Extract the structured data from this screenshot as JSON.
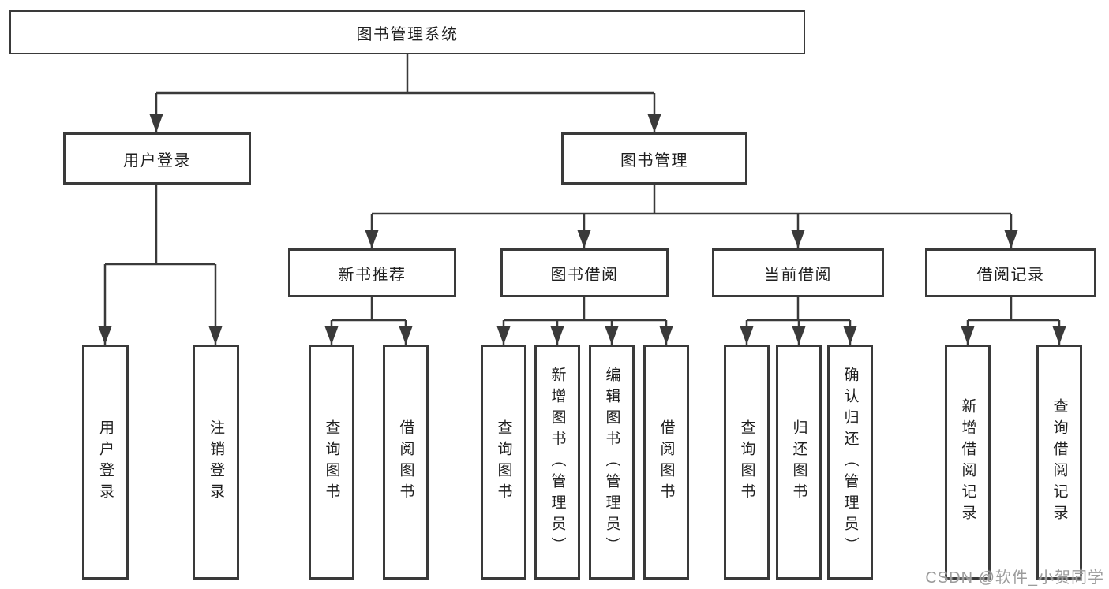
{
  "tree": {
    "label": "图书管理系统",
    "children": [
      {
        "label": "用户登录",
        "children": [
          {
            "label": "用户登录"
          },
          {
            "label": "注销登录"
          }
        ]
      },
      {
        "label": "图书管理",
        "children": [
          {
            "label": "新书推荐",
            "children": [
              {
                "label": "查询图书"
              },
              {
                "label": "借阅图书"
              }
            ]
          },
          {
            "label": "图书借阅",
            "children": [
              {
                "label": "查询图书"
              },
              {
                "label": "新增图书（管理员）"
              },
              {
                "label": "编辑图书（管理员）"
              },
              {
                "label": "借阅图书"
              }
            ]
          },
          {
            "label": "当前借阅",
            "children": [
              {
                "label": "查询图书"
              },
              {
                "label": "归还图书"
              },
              {
                "label": "确认归还（管理员）"
              }
            ]
          },
          {
            "label": "借阅记录",
            "children": [
              {
                "label": "新增借阅记录"
              },
              {
                "label": "查询借阅记录"
              }
            ]
          }
        ]
      }
    ]
  },
  "watermark": {
    "text": "CSDN @软件_小贺同学"
  },
  "colors": {
    "line": "#3a3a3a",
    "box_border": "#3a3a3a",
    "box_fill": "#ffffff",
    "text": "#1f1f1f",
    "watermark": "#9c9c9c",
    "background": "#ffffff"
  }
}
